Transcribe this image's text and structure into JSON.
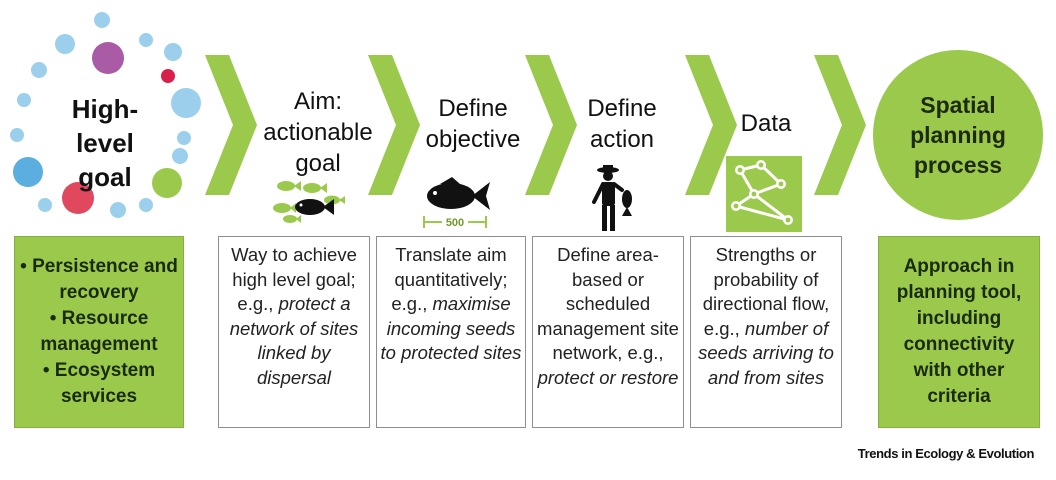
{
  "goal": {
    "title_line1": "High-",
    "title_line2": "level",
    "title_line3": "goal",
    "bullets": [
      "• Persistence and recovery",
      "• Resource management",
      "• Ecosystem services"
    ]
  },
  "steps": [
    {
      "title_lines": [
        "Aim:",
        "actionable",
        "goal"
      ],
      "icon": "fish-school-icon",
      "desc": {
        "plain": "Way to achieve high level goal; e.g.,",
        "italic": "protect a network of sites linked by dispersal"
      }
    },
    {
      "title_lines": [
        "Define",
        "objective"
      ],
      "icon": "fish-measure-icon",
      "icon_label": "500",
      "desc": {
        "plain": "Translate aim quantitatively; e.g.,",
        "italic": "maximise incoming seeds to protected sites"
      }
    },
    {
      "title_lines": [
        "Define",
        "action"
      ],
      "icon": "fisher-icon",
      "desc": {
        "plain": "Define area-based or scheduled management site network, e.g.,",
        "italic": "protect or restore"
      }
    },
    {
      "title_lines": [
        "Data"
      ],
      "icon": "network-graph-icon",
      "desc": {
        "plain": "Strengths or probability of directional flow, e.g.,",
        "italic": "number of seeds arriving to and from sites"
      }
    }
  ],
  "process": {
    "title_lines": [
      "Spatial",
      "planning",
      "process"
    ],
    "desc_lines": [
      "Approach in",
      "planning tool,",
      "including",
      "connectivity",
      "with other",
      "criteria"
    ]
  },
  "credit": "Trends in Ecology & Evolution",
  "colors": {
    "green": "#9bc94b",
    "light_blue": "#9ccfec",
    "mid_blue": "#5aaee0",
    "purple": "#a95ba6",
    "red": "#e0485e",
    "crimson": "#d9204a"
  }
}
